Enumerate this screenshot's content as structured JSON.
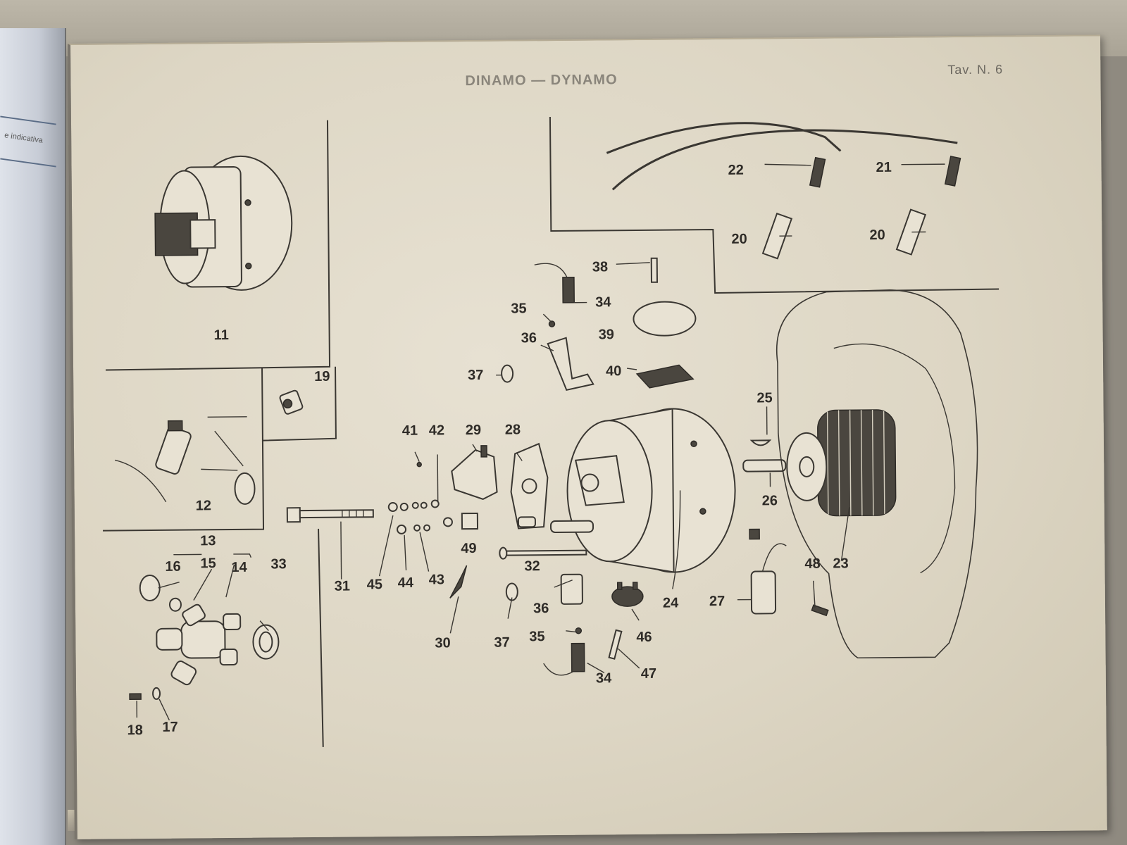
{
  "header": {
    "title": "DINAMO — DYNAMO",
    "plate": "Tav. N. 6"
  },
  "left_page_text": "e indicativa",
  "callouts": [
    {
      "id": "c11",
      "label": "11"
    },
    {
      "id": "c12",
      "label": "12"
    },
    {
      "id": "c13",
      "label": "13"
    },
    {
      "id": "c14",
      "label": "14"
    },
    {
      "id": "c15",
      "label": "15"
    },
    {
      "id": "c16",
      "label": "16"
    },
    {
      "id": "c17",
      "label": "17"
    },
    {
      "id": "c18",
      "label": "18"
    },
    {
      "id": "c19",
      "label": "19"
    },
    {
      "id": "c20a",
      "label": "20"
    },
    {
      "id": "c20b",
      "label": "20"
    },
    {
      "id": "c21",
      "label": "21"
    },
    {
      "id": "c22",
      "label": "22"
    },
    {
      "id": "c23",
      "label": "23"
    },
    {
      "id": "c24",
      "label": "24"
    },
    {
      "id": "c25",
      "label": "25"
    },
    {
      "id": "c26",
      "label": "26"
    },
    {
      "id": "c27",
      "label": "27"
    },
    {
      "id": "c28",
      "label": "28"
    },
    {
      "id": "c29",
      "label": "29"
    },
    {
      "id": "c30",
      "label": "30"
    },
    {
      "id": "c31",
      "label": "31"
    },
    {
      "id": "c32",
      "label": "32"
    },
    {
      "id": "c33",
      "label": "33"
    },
    {
      "id": "c34a",
      "label": "34"
    },
    {
      "id": "c34b",
      "label": "34"
    },
    {
      "id": "c35a",
      "label": "35"
    },
    {
      "id": "c35b",
      "label": "35"
    },
    {
      "id": "c36a",
      "label": "36"
    },
    {
      "id": "c36b",
      "label": "36"
    },
    {
      "id": "c37a",
      "label": "37"
    },
    {
      "id": "c37b",
      "label": "37"
    },
    {
      "id": "c38",
      "label": "38"
    },
    {
      "id": "c39",
      "label": "39"
    },
    {
      "id": "c40",
      "label": "40"
    },
    {
      "id": "c41",
      "label": "41"
    },
    {
      "id": "c42",
      "label": "42"
    },
    {
      "id": "c43",
      "label": "43"
    },
    {
      "id": "c44",
      "label": "44"
    },
    {
      "id": "c45",
      "label": "45"
    },
    {
      "id": "c46",
      "label": "46"
    },
    {
      "id": "c47",
      "label": "47"
    },
    {
      "id": "c48",
      "label": "48"
    },
    {
      "id": "c49",
      "label": "49"
    }
  ]
}
